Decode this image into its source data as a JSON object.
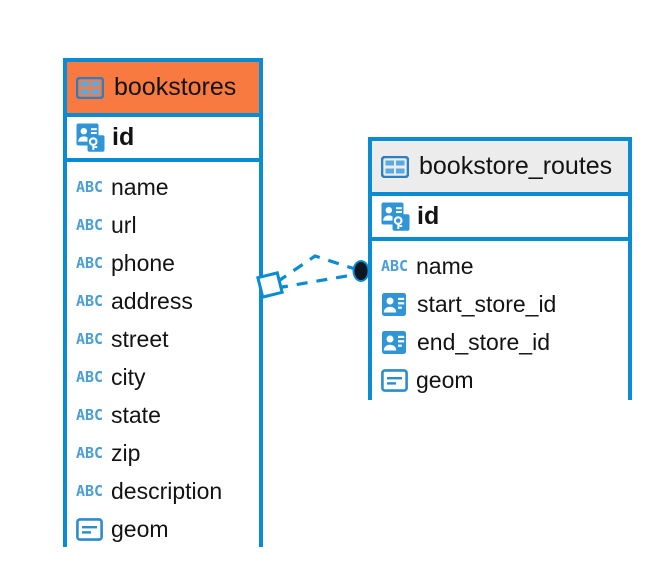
{
  "diagram": {
    "title": "bookstores-bookstore_routes-er-diagram",
    "background": "#ffffff",
    "accent_color": "#0a8cd2",
    "highlight_color": "#f97a40",
    "header_plain_color": "#ececec",
    "text_color": "#131313"
  },
  "entities": [
    {
      "name": "bookstores",
      "header_style": "accent",
      "primary_key": {
        "label": "id",
        "icon": "primary-key-card-icon"
      },
      "fields": [
        {
          "label": "name",
          "icon": "abc-text-icon"
        },
        {
          "label": "url",
          "icon": "abc-text-icon"
        },
        {
          "label": "phone",
          "icon": "abc-text-icon"
        },
        {
          "label": "address",
          "icon": "abc-text-icon"
        },
        {
          "label": "street",
          "icon": "abc-text-icon"
        },
        {
          "label": "city",
          "icon": "abc-text-icon"
        },
        {
          "label": "state",
          "icon": "abc-text-icon"
        },
        {
          "label": "zip",
          "icon": "abc-text-icon"
        },
        {
          "label": "description",
          "icon": "abc-text-icon"
        },
        {
          "label": "geom",
          "icon": "blob-geometry-icon"
        }
      ]
    },
    {
      "name": "bookstore_routes",
      "header_style": "plain",
      "primary_key": {
        "label": "id",
        "icon": "primary-key-card-icon"
      },
      "fields": [
        {
          "label": "name",
          "icon": "abc-text-icon"
        },
        {
          "label": "start_store_id",
          "icon": "foreign-key-card-icon"
        },
        {
          "label": "end_store_id",
          "icon": "foreign-key-card-icon"
        },
        {
          "label": "geom",
          "icon": "blob-geometry-icon"
        }
      ]
    }
  ],
  "relationship": {
    "source_marker": "diamond-outline",
    "target_marker": "filled-circle",
    "line_style": "dashed",
    "color": "#0a8cd2",
    "target_fill": "#10161f",
    "branches": 2
  },
  "icon_labels": {
    "abc_text": "ABC"
  }
}
